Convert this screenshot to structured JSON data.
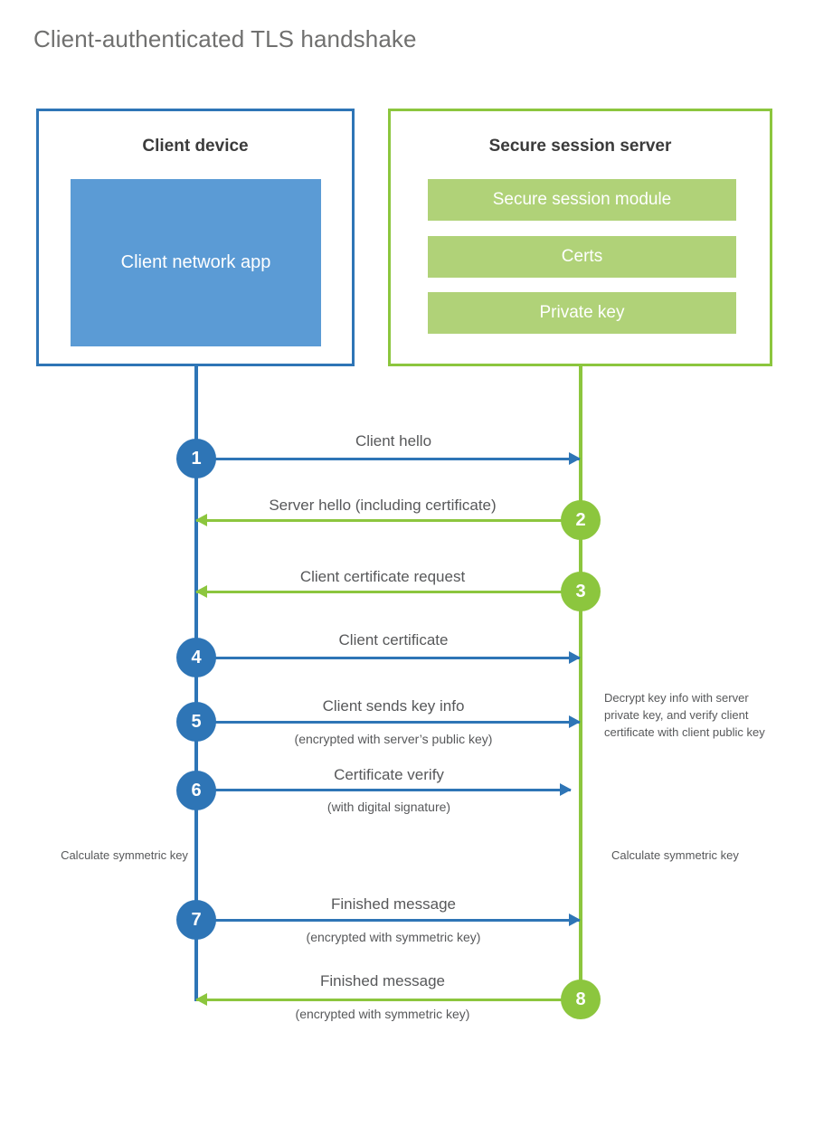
{
  "title": "Client-authenticated TLS handshake",
  "colors": {
    "client_blue": "#2e75b6",
    "client_app_fill": "#5b9bd5",
    "server_green": "#8cc63e",
    "server_item_fill": "#b0d278",
    "text_gray": "#57585a",
    "title_gray": "#70706f"
  },
  "actors": {
    "client": {
      "title": "Client device",
      "blocks": [
        {
          "label": "Client network app"
        }
      ]
    },
    "server": {
      "title": "Secure session server",
      "blocks": [
        {
          "label": "Secure session module"
        },
        {
          "label": "Certs"
        },
        {
          "label": "Private key"
        }
      ]
    }
  },
  "steps": [
    {
      "number": "1",
      "from": "client",
      "label": "Client hello",
      "sublabel": ""
    },
    {
      "number": "2",
      "from": "server",
      "label": "Server hello (including certificate)",
      "sublabel": ""
    },
    {
      "number": "3",
      "from": "server",
      "label": "Client certificate request",
      "sublabel": ""
    },
    {
      "number": "4",
      "from": "client",
      "label": "Client certificate",
      "sublabel": ""
    },
    {
      "number": "5",
      "from": "client",
      "label": "Client sends key info",
      "sublabel": "(encrypted with server’s public key)"
    },
    {
      "number": "6",
      "from": "client",
      "label": "Certificate verify",
      "sublabel": "(with digital signature)"
    },
    {
      "number": "7",
      "from": "client",
      "label": "Finished message",
      "sublabel": "(encrypted with symmetric key)"
    },
    {
      "number": "8",
      "from": "server",
      "label": "Finished message",
      "sublabel": "(encrypted with symmetric key)"
    }
  ],
  "annotations": {
    "server_decrypt": "Decrypt key info with server private key, and verify client certificate with client public key",
    "client_calculate": "Calculate symmetric key",
    "server_calculate": "Calculate symmetric key"
  }
}
